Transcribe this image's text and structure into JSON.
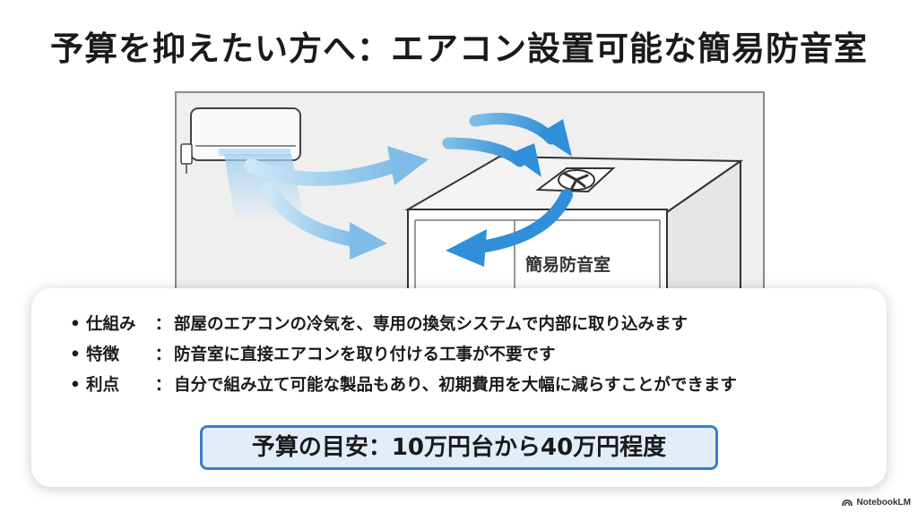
{
  "title": "予算を抑えたい方へ：エアコン設置可能な簡易防音室",
  "illustration": {
    "room_label": "簡易防音室",
    "icons": [
      "air-conditioner-icon",
      "ventilation-fan-icon",
      "airflow-arrow-icon"
    ],
    "colors": {
      "arrow_blue": "#2f8fd8",
      "arrow_light": "#a9d4f0",
      "wall": "#efefef"
    }
  },
  "bullets": [
    {
      "dot": "•",
      "term": "仕組み",
      "sep": "：",
      "desc": "部屋のエアコンの冷気を、専用の換気システムで内部に取り込みます"
    },
    {
      "dot": "•",
      "term": "特徴",
      "sep": "：",
      "desc": "防音室に直接エアコンを取り付ける工事が不要です"
    },
    {
      "dot": "•",
      "term": "利点",
      "sep": "：",
      "desc": "自分で組み立て可能な製品もあり、初期費用を大幅に減らすことができます"
    }
  ],
  "budget": "予算の目安：10万円台から40万円程度",
  "brand": {
    "name": "NotebookLM",
    "icon": "notebooklm-logo-icon"
  },
  "colors": {
    "accent": "#3a7fc4",
    "budget_bg": "#e3edf7",
    "text": "#1a1a1a"
  }
}
